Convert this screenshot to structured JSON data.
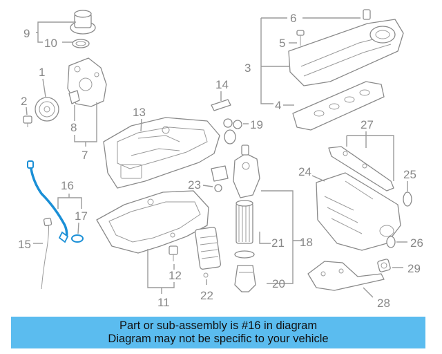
{
  "callouts": {
    "c1": "1",
    "c2": "2",
    "c3": "3",
    "c4": "4",
    "c5": "5",
    "c6": "6",
    "c7": "7",
    "c8": "8",
    "c9": "9",
    "c10": "10",
    "c11": "11",
    "c12": "12",
    "c13": "13",
    "c14": "14",
    "c15": "15",
    "c16": "16",
    "c17": "17",
    "c18": "18",
    "c19": "19",
    "c20": "20",
    "c21": "21",
    "c22": "22",
    "c23": "23",
    "c24": "24",
    "c25": "25",
    "c26": "26",
    "c27": "27",
    "c28": "28",
    "c29": "29"
  },
  "highlight": {
    "part": "16",
    "color": "#1a8fd6"
  },
  "caption": {
    "line1": "Part or sub-assembly is #16 in diagram",
    "line2": "Diagram may not be specific to your vehicle",
    "background": "#5bbcef"
  }
}
